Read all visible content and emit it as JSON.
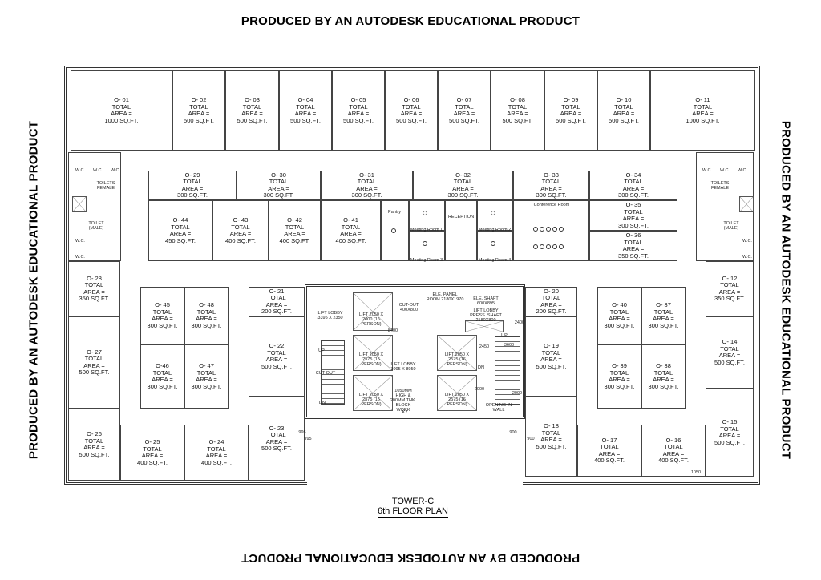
{
  "watermark": "PRODUCED BY AN AUTODESK EDUCATIONAL PRODUCT",
  "title": {
    "tower": "TOWER-C",
    "plan": "6th FLOOR PLAN"
  },
  "labels": {
    "total": "TOTAL",
    "area": "AREA ="
  },
  "rooms": [
    {
      "name": "O- 01",
      "area": "1000 SQ.FT."
    },
    {
      "name": "O- 02",
      "area": "500 SQ.FT."
    },
    {
      "name": "O- 03",
      "area": "500 SQ.FT."
    },
    {
      "name": "O- 04",
      "area": "500 SQ.FT."
    },
    {
      "name": "O- 05",
      "area": "500 SQ.FT."
    },
    {
      "name": "O- 06",
      "area": "500 SQ.FT."
    },
    {
      "name": "O- 07",
      "area": "500 SQ.FT."
    },
    {
      "name": "O- 08",
      "area": "500 SQ.FT."
    },
    {
      "name": "O- 09",
      "area": "500 SQ.FT."
    },
    {
      "name": "O- 10",
      "area": "500 SQ.FT."
    },
    {
      "name": "O- 11",
      "area": "1000 SQ.FT."
    },
    {
      "name": "O- 29",
      "area": "300 SQ.FT."
    },
    {
      "name": "O- 30",
      "area": "300 SQ.FT."
    },
    {
      "name": "O- 31",
      "area": "300 SQ.FT."
    },
    {
      "name": "O- 32",
      "area": "300 SQ.FT."
    },
    {
      "name": "O- 33",
      "area": "300 SQ.FT."
    },
    {
      "name": "O- 34",
      "area": "300 SQ.FT."
    },
    {
      "name": "O- 44",
      "area": "450 SQ.FT."
    },
    {
      "name": "O- 43",
      "area": "400 SQ.FT."
    },
    {
      "name": "O- 42",
      "area": "400 SQ.FT."
    },
    {
      "name": "O- 41",
      "area": "400 SQ.FT."
    },
    {
      "name": "O- 35",
      "area": "300 SQ.FT."
    },
    {
      "name": "O- 36",
      "area": "350 SQ.FT."
    },
    {
      "name": "O- 28",
      "area": "350 SQ.FT."
    },
    {
      "name": "O- 27",
      "area": "500 SQ.FT."
    },
    {
      "name": "O- 26",
      "area": "500 SQ.FT."
    },
    {
      "name": "O- 25",
      "area": "400 SQ.FT."
    },
    {
      "name": "O- 24",
      "area": "400 SQ.FT."
    },
    {
      "name": "O- 45",
      "area": "300 SQ.FT."
    },
    {
      "name": "O- 48",
      "area": "300 SQ.FT."
    },
    {
      "name": "O-46",
      "area": "300 SQ.FT."
    },
    {
      "name": "O- 47",
      "area": "300 SQ.FT."
    },
    {
      "name": "O- 21",
      "area": "200 SQ.FT."
    },
    {
      "name": "O- 22",
      "area": "500 SQ.FT."
    },
    {
      "name": "O- 23",
      "area": "500 SQ.FT."
    },
    {
      "name": "O- 20",
      "area": "200 SQ.FT."
    },
    {
      "name": "O- 19",
      "area": "500 SQ.FT."
    },
    {
      "name": "O- 18",
      "area": "500 SQ.FT."
    },
    {
      "name": "O- 40",
      "area": "300 SQ.FT."
    },
    {
      "name": "O- 37",
      "area": "300 SQ.FT."
    },
    {
      "name": "O- 39",
      "area": "300 SQ.FT."
    },
    {
      "name": "O- 38",
      "area": "300 SQ.FT."
    },
    {
      "name": "O- 17",
      "area": "400 SQ.FT."
    },
    {
      "name": "O- 16",
      "area": "400 SQ.FT."
    },
    {
      "name": "O- 12",
      "area": "350 SQ.FT."
    },
    {
      "name": "O- 14",
      "area": "500 SQ.FT."
    },
    {
      "name": "O- 15",
      "area": "500 SQ.FT."
    }
  ],
  "small_labels": [
    "Pantry",
    "Meeting Room 1",
    "Meeting Room 3",
    "RECEPTION",
    "Meeting Room 2",
    "Meeting Room 4",
    "Conference Room",
    "W.C.",
    "W.C.",
    "W.C.",
    "TOILETS FEMALE",
    "TOILET (MALE)",
    "W.C.",
    "W.C.",
    "W.C.",
    "W.C.",
    "W.C.",
    "TOILETS FEMALE",
    "TOILET (MALE)",
    "W.C.",
    "W.C.",
    "LIFT LOBBY 3395 X 2350",
    "LIFT 2050 X 2000 (16 PERSON)",
    "CUT-OUT 400X800",
    "LIFT 2050 X 2575 (16 PERSON)",
    "LIFT 2050 X 2575 (16 PERSON)",
    "LIFT LOBBY 3095 X 8950",
    "1050MM HIGH & 200MM THK. BLOCK WORK",
    "K2",
    "LIFT 2050 X 2575 (16 PERSON)",
    "LIFT 2050 X 2575 (16 PERSON)",
    "ELE. PANEL ROOM 2180X1970",
    "ELE. SHAFT 600X895",
    "LIFT LOBBY PRESS. SHAFT 2180X800",
    "UP",
    "DN",
    "OPENING IN WALL",
    "CUT-OUT",
    "UP",
    "DN",
    "8400",
    "2400",
    "2450",
    "3600",
    "2000",
    "2000",
    "995",
    "995",
    "900",
    "900",
    "1050"
  ]
}
